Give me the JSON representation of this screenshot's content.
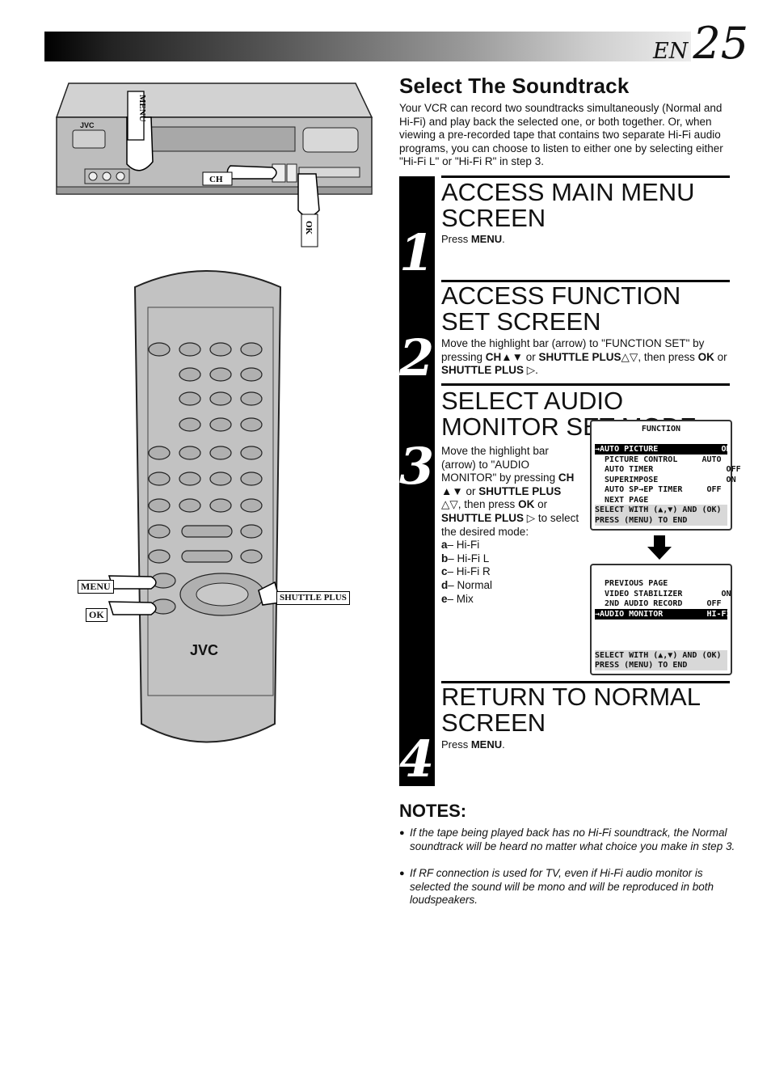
{
  "header": {
    "lang": "EN",
    "page": "25"
  },
  "title": "Select The Soundtrack",
  "intro": "Your VCR can record two soundtracks simultaneously (Normal and Hi-Fi) and play back the selected one, or both together. Or, when viewing a pre-recorded tape that contains two separate Hi-Fi audio programs, you can choose to listen to either one by selecting either \"Hi-Fi L\" or \"Hi-Fi R\" in step 3.",
  "steps": [
    {
      "num": "1",
      "heading": "ACCESS MAIN MENU SCREEN"
    },
    {
      "num": "2",
      "heading": "ACCESS FUNCTION SET SCREEN"
    },
    {
      "num": "3",
      "heading": "SELECT AUDIO MONITOR SET MODE"
    },
    {
      "num": "4",
      "heading": "RETURN TO NORMAL SCREEN"
    }
  ],
  "labels": {
    "press": "Press ",
    "menu": "MENU",
    "period": ".",
    "ch": "CH",
    "shuttle": "SHUTTLE PLUS",
    "ok": "OK",
    "or": " or ",
    "then_press": ", then press ",
    "modes_a": "a",
    "modes_b": "b",
    "modes_c": "c",
    "modes_d": "d",
    "modes_e": "e"
  },
  "step2_parts": [
    "Move the highlight bar (arrow) to \"FUNCTION SET\" by pressing "
  ],
  "step3_parts": [
    "Move the highlight bar (arrow) to \"AUDIO MONITOR\" by pressing ",
    "to select the desired mode:"
  ],
  "modes": [
    "– Hi-Fi",
    "– Hi-Fi L",
    "– Hi-Fi R",
    "– Normal",
    "– Mix"
  ],
  "osd1": {
    "title": "FUNCTION",
    "lines": [
      "→AUTO PICTURE             ON",
      "  PICTURE CONTROL     AUTO",
      "  AUTO TIMER               OFF",
      "  SUPERIMPOSE              ON",
      "  AUTO SP→EP TIMER     OFF",
      "  NEXT PAGE"
    ],
    "footer": [
      "SELECT WITH (▲,▼) AND (OK)",
      "PRESS (MENU) TO END"
    ]
  },
  "osd2": {
    "lines": [
      "  PREVIOUS PAGE",
      "  VIDEO STABILIZER        ON",
      "  2ND AUDIO RECORD     OFF",
      "→AUDIO MONITOR         HI-FI"
    ],
    "footer": [
      "SELECT WITH (▲,▼) AND (OK)",
      "PRESS (MENU) TO END"
    ]
  },
  "notes": {
    "heading": "NOTES:",
    "items": [
      "If the tape being played back has no Hi-Fi soundtrack, the Normal soundtrack will be heard no matter what choice you make in step 3.",
      "If RF connection is used for TV, even if Hi-Fi audio monitor is selected the sound will be mono and will be reproduced in both loudspeakers."
    ]
  },
  "illustration": {
    "brand": "JVC",
    "vcr_labels": {
      "menu": "MENU",
      "ch": "CH",
      "ok": "OK"
    },
    "remote_labels": {
      "menu": "MENU",
      "ok": "OK",
      "shuttle": "SHUTTLE PLUS"
    }
  }
}
